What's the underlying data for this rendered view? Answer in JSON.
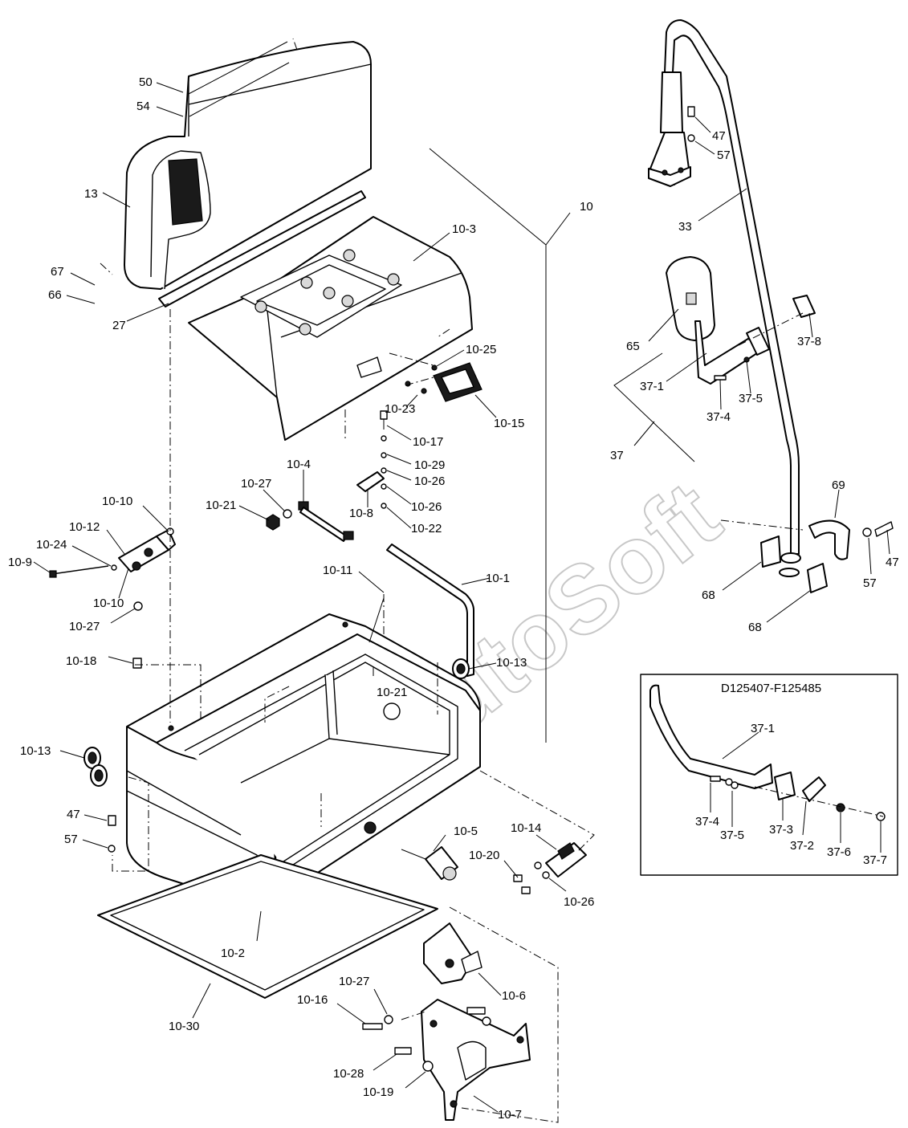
{
  "watermark": "AutoSoft",
  "inset": {
    "title": "D125407-F125485",
    "labels": [
      "37-1",
      "37-4",
      "37-5",
      "37-3",
      "37-2",
      "37-6",
      "37-7"
    ]
  },
  "callouts": {
    "c50": "50",
    "c54": "54",
    "c13": "13",
    "c67": "67",
    "c66": "66",
    "c27": "27",
    "c10": "10",
    "c10_3": "10-3",
    "c10_25": "10-25",
    "c10_15": "10-15",
    "c10_23": "10-23",
    "c10_17": "10-17",
    "c10_29": "10-29",
    "c10_26a": "10-26",
    "c10_26b": "10-26",
    "c10_22": "10-22",
    "c10_8": "10-8",
    "c10_4": "10-4",
    "c10_27a": "10-27",
    "c10_21a": "10-21",
    "c10_10a": "10-10",
    "c10_12": "10-12",
    "c10_24": "10-24",
    "c10_9": "10-9",
    "c10_10b": "10-10",
    "c10_27b": "10-27",
    "c10_18": "10-18",
    "c10_11": "10-11",
    "c10_1": "10-1",
    "c10_13a": "10-13",
    "c10_21b": "10-21",
    "c10_13b": "10-13",
    "c47a": "47",
    "c57a": "57",
    "c10_5": "10-5",
    "c10_14": "10-14",
    "c10_20": "10-20",
    "c10_26c": "10-26",
    "c10_2": "10-2",
    "c10_30": "10-30",
    "c10_6": "10-6",
    "c10_27c": "10-27",
    "c10_16": "10-16",
    "c10_28": "10-28",
    "c10_19": "10-19",
    "c10_7": "10-7",
    "c47b": "47",
    "c57b": "57",
    "c33": "33",
    "c65": "65",
    "c37_1": "37-1",
    "c37_5": "37-5",
    "c37_4": "37-4",
    "c37_8": "37-8",
    "c37": "37",
    "c69": "69",
    "c47c": "47",
    "c57c": "57",
    "c68a": "68",
    "c68b": "68"
  }
}
